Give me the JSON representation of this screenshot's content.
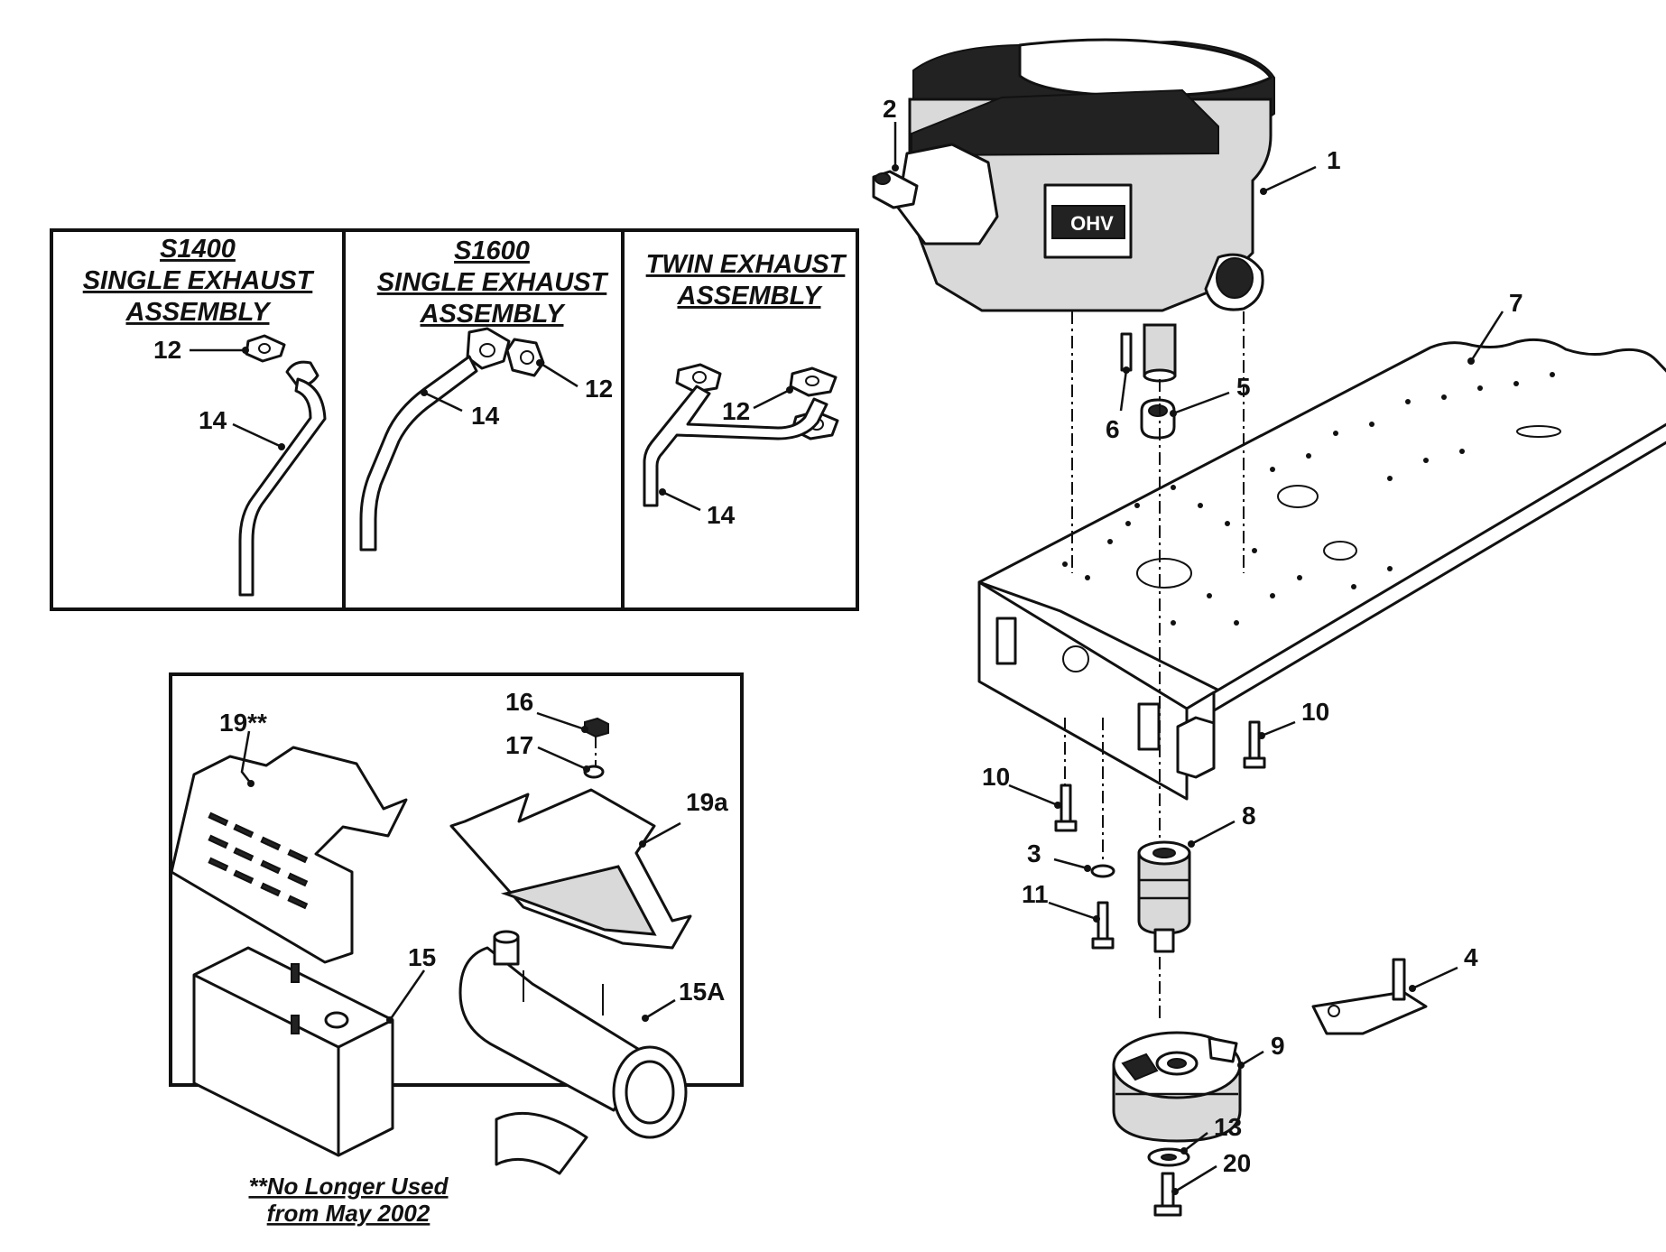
{
  "headers": {
    "s1400": [
      "S1400",
      "SINGLE EXHAUST",
      "ASSEMBLY"
    ],
    "s1600": [
      "S1600",
      "SINGLE EXHAUST",
      "ASSEMBLY"
    ],
    "twin": [
      "TWIN EXHAUST",
      "ASSEMBLY"
    ]
  },
  "engine_badge": "OHV",
  "note": [
    "**No Longer Used",
    "from May 2002"
  ],
  "callouts": {
    "c1": "1",
    "c2": "2",
    "c3": "3",
    "c4": "4",
    "c5": "5",
    "c6": "6",
    "c7": "7",
    "c8": "8",
    "c9": "9",
    "c10a": "10",
    "c10b": "10",
    "c11": "11",
    "c12a": "12",
    "c12b": "12",
    "c12c": "12",
    "c13": "13",
    "c14a": "14",
    "c14b": "14",
    "c14c": "14",
    "c15": "15",
    "c15A": "15A",
    "c16": "16",
    "c17": "17",
    "c19": "19**",
    "c19a": "19a",
    "c20": "20"
  }
}
